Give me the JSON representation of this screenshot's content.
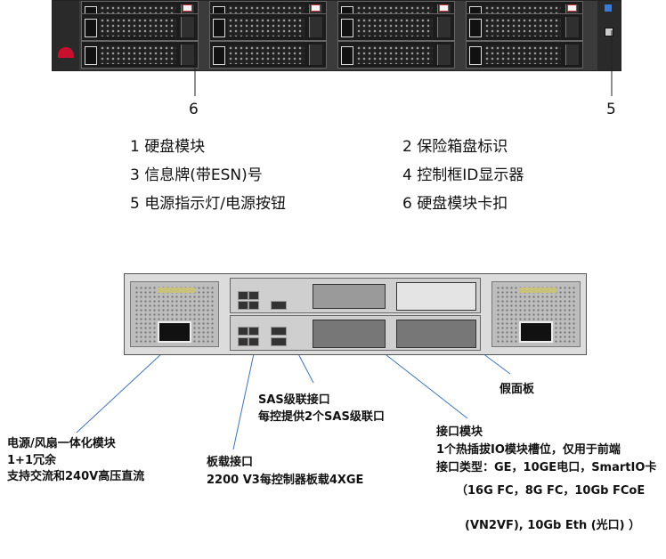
{
  "front": {
    "callouts": [
      {
        "id": "6",
        "label": "6"
      },
      {
        "id": "5",
        "label": "5"
      }
    ]
  },
  "legend": {
    "items": [
      {
        "text": "1 硬盘模块"
      },
      {
        "text": "2 保险箱盘标识"
      },
      {
        "text": "3 信息牌(带ESN)号"
      },
      {
        "text": "4 控制框ID显示器"
      },
      {
        "text": "5 电源指示灯/电源按钮"
      },
      {
        "text": "6 硬盘模块卡扣"
      }
    ]
  },
  "rear": {
    "labels": {
      "sas_title": "SAS级联接口",
      "sas_desc": "每控提供2个SAS级联口",
      "dummy_panel": "假面板",
      "psu_title": "电源/风扇一体化模块",
      "psu_redundancy": "1+1冗余",
      "psu_desc": "支持交流和240V高压直流",
      "onboard_title": "板载接口",
      "onboard_desc": "2200 V3每控制器板载4XGE",
      "io_title": "接口模块",
      "io_desc1": "1个热插拔IO模块槽位，仅用于前端",
      "io_desc2": "接口类型：GE，10GE电口，SmartIO卡",
      "io_desc3": "（16G FC，8G FC，10Gb FCoE",
      "io_desc4": "(VN2VF), 10Gb Eth (光口) ）"
    }
  },
  "colors": {
    "chassis_front": "#3b3b3b",
    "chassis_rear": "#dcdcdc",
    "line": "#3f74b8"
  }
}
